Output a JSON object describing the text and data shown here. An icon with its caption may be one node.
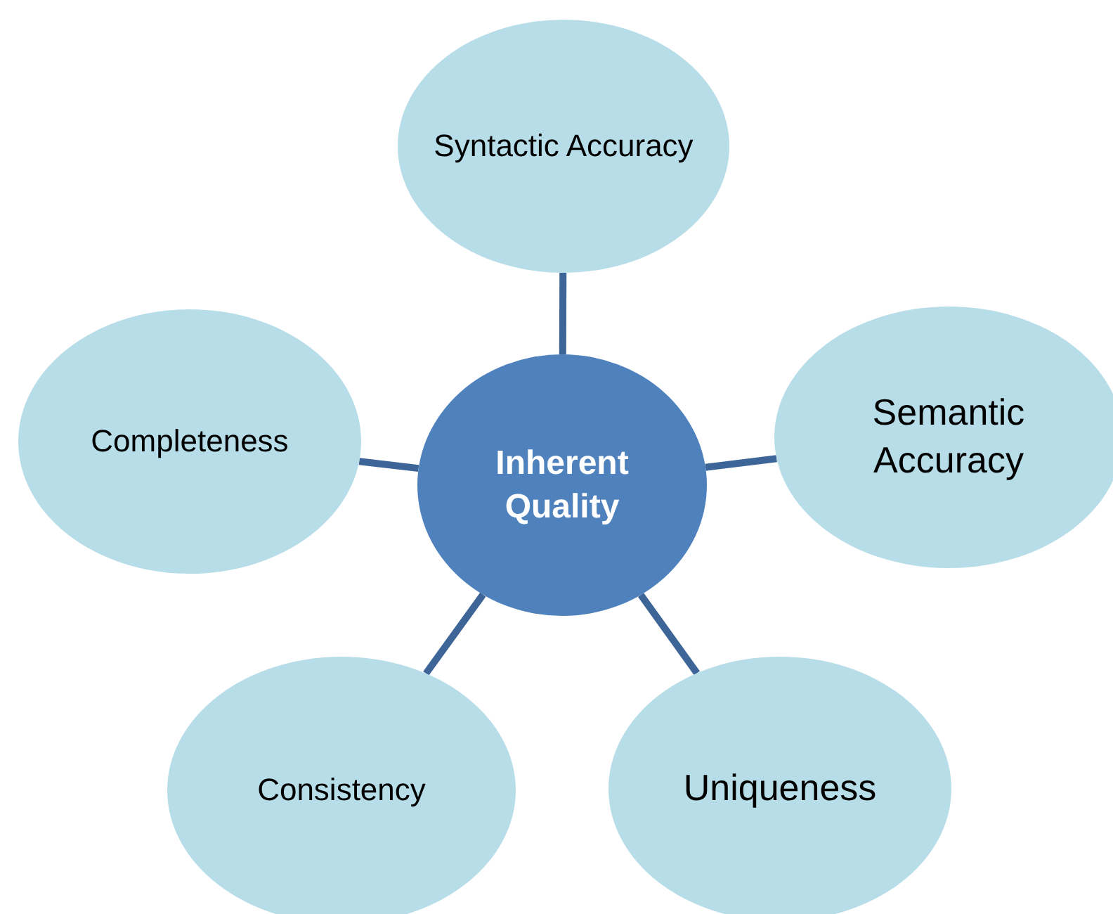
{
  "diagram": {
    "nodes": [
      {
        "text": [
          "Syntactic Accuracy"
        ]
      },
      {
        "text": [
          "Completeness"
        ]
      },
      {
        "text": [
          "Inherent Quality"
        ]
      },
      {
        "text": [
          "Semantic Accuracy"
        ]
      },
      {
        "text": [
          "Consistency"
        ]
      },
      {
        "text": [
          "Uniqueness"
        ]
      }
    ],
    "edges": [
      {
        "from": 2,
        "to": 0,
        "arrow": "none"
      },
      {
        "from": 2,
        "to": 1,
        "arrow": "none"
      },
      {
        "from": 2,
        "to": 3,
        "arrow": "none"
      },
      {
        "from": 2,
        "to": 4,
        "arrow": "none"
      },
      {
        "from": 2,
        "to": 5,
        "arrow": "none"
      }
    ]
  }
}
